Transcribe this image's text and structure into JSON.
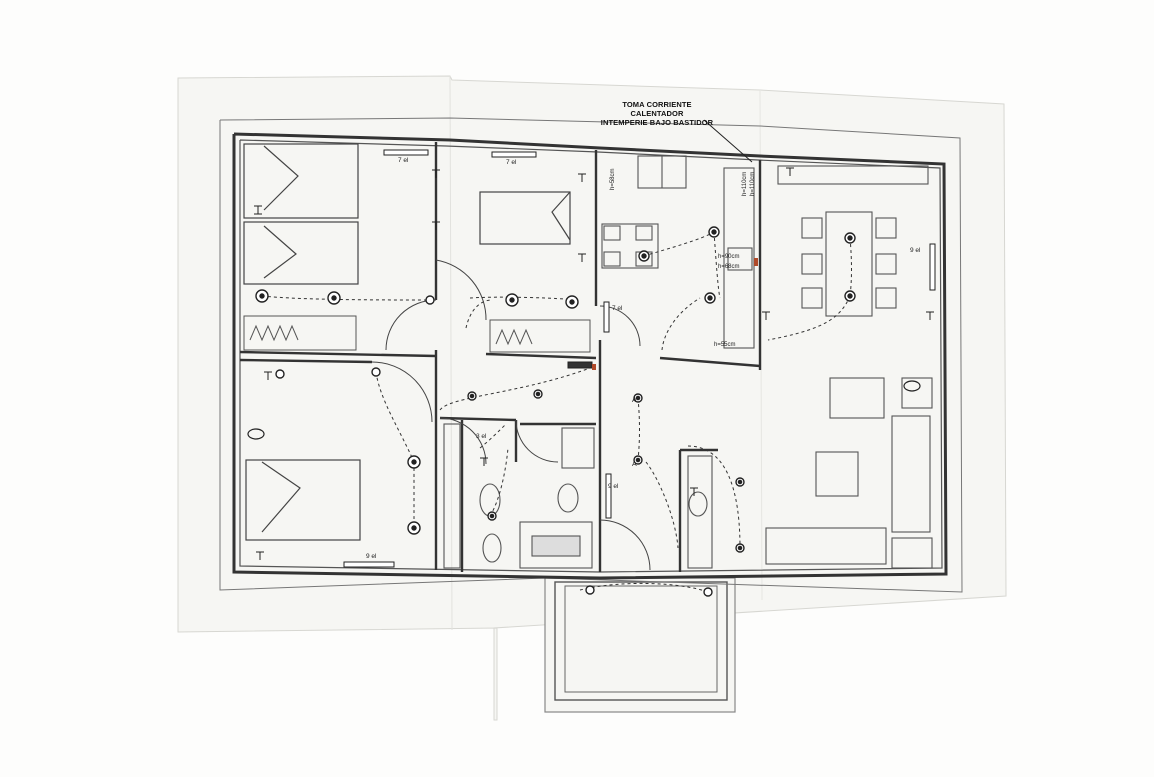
{
  "callout": {
    "line1": "TOMA CORRIENTE CALENTADOR",
    "line2": "INTEMPERIE BAJO BASTIDOR"
  },
  "circuit_labels": {
    "bed1": "7 el",
    "bed2": "7 el",
    "kitchen": "7 el",
    "living": "9 el",
    "bed3": "9 el",
    "bath": "3 el",
    "hall": "9 el"
  },
  "heights": {
    "sink": "h=58cm",
    "counter": "h=90cm",
    "counter_low": "h=68cm",
    "fridge": "h=55cm",
    "heater1": "h=110cm",
    "heater2": "h=110cm"
  },
  "switch_marks": {
    "a1": "A",
    "a2": "A"
  },
  "colors": {
    "paper": "#fdfdfc",
    "sheet": "#f8f8f6",
    "line": "#333333",
    "accent": "#b04a2a"
  }
}
